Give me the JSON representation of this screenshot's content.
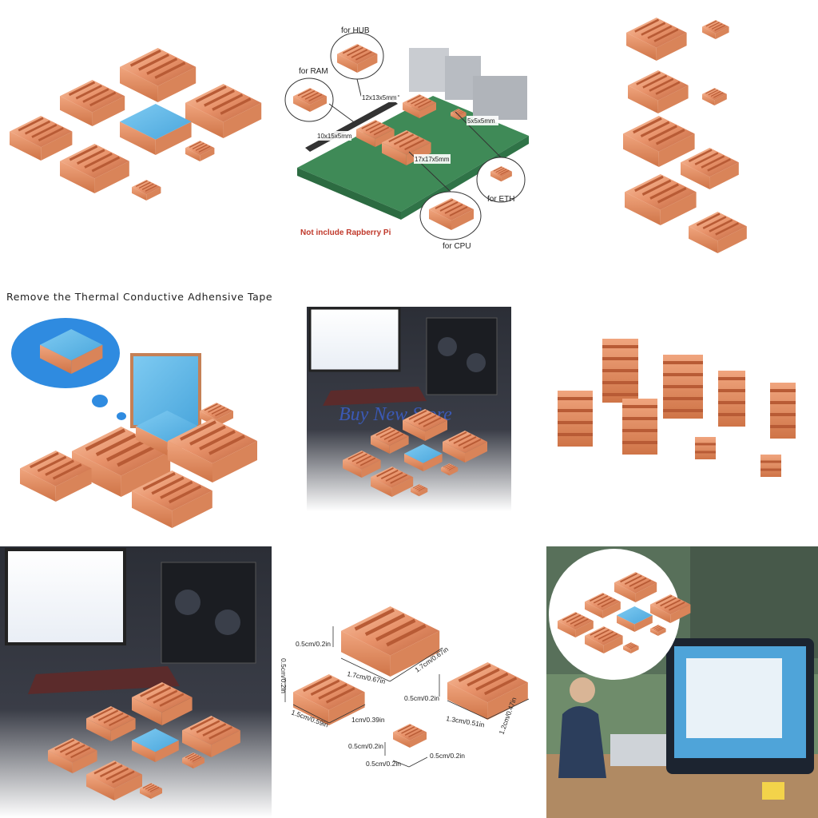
{
  "panel2": {
    "callout_hub": "for HUB",
    "callout_ram": "for RAM",
    "callout_eth": "for ETH",
    "callout_cpu": "for CPU",
    "size_12x13x5": "12x13x5mm",
    "size_10x15x5": "10x15x5mm",
    "size_5x5x5": "5x5x5mm",
    "size_17x17x5": "17x17x5mm",
    "disclaimer": "Not include Rapberry Pi"
  },
  "panel4": {
    "heading": "Remove the Thermal Conductive Adhensive Tape"
  },
  "panel5": {
    "watermark": "Buy New Store"
  },
  "panel8": {
    "d1": "0.5cm/0.2in",
    "d2": "1.7cm/0.67in",
    "d3": "1.7cm/0.67in",
    "d4": "0.5cm/0.2in",
    "d5": "1.5cm/0.59in",
    "d6": "1cm/0.39in",
    "d7": "0.5cm/0.2in",
    "d8": "1.3cm/0.51in",
    "d9": "1.2cm/0.47in",
    "d10": "0.5cm/0.2in",
    "d11": "0.5cm/0.2in",
    "d12": "0.5cm/0.2in"
  },
  "colors": {
    "copper": "#e8926a",
    "copper_light": "#f6bb98",
    "copper_dark": "#c0663f",
    "thermal_pad": "#5fb8e8",
    "pcb": "#3f8a57",
    "callout_red": "#c0392b"
  }
}
